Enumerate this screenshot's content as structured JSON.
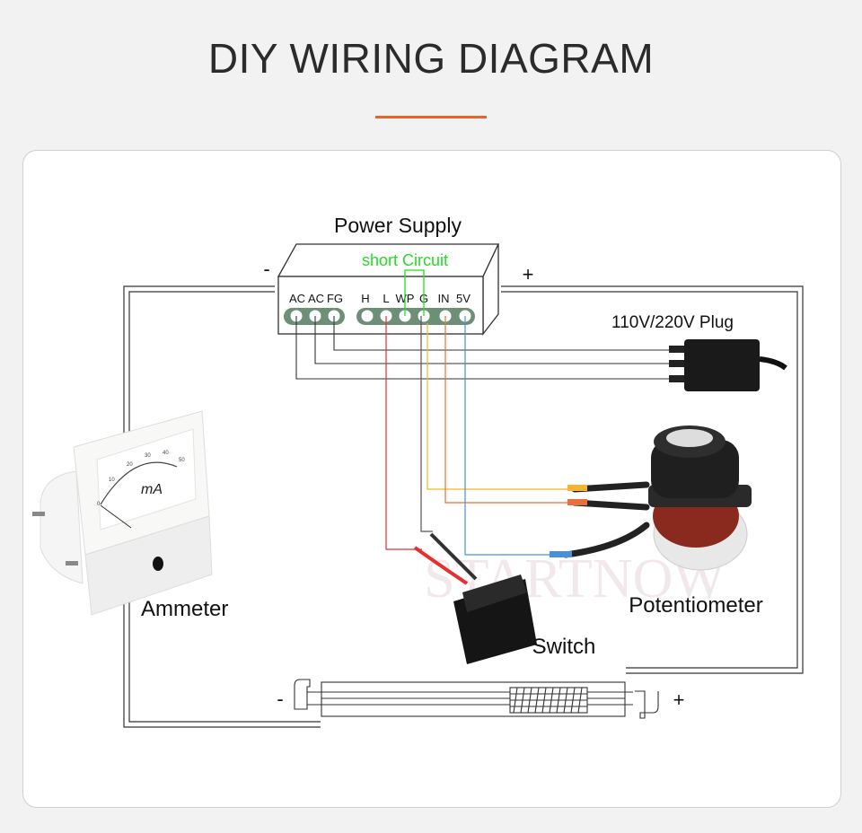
{
  "title": "DIY WIRING DIAGRAM",
  "colors": {
    "accent": "#e8632b",
    "short": "#22dd22",
    "red": "#e53030",
    "yellow": "#f2b630",
    "orange": "#e8703a",
    "blue": "#4a90d8",
    "gray": "#555555"
  },
  "power_supply": {
    "label": "Power Supply",
    "short_label": "short Circuit",
    "minus": "-",
    "plus": "+",
    "terminals": [
      "AC",
      "AC",
      "FG",
      "H",
      "L",
      "WP",
      "G",
      "IN",
      "5V"
    ]
  },
  "plug": {
    "label": "110V/220V Plug"
  },
  "ammeter": {
    "label": "Ammeter",
    "unit": "mA",
    "scale": [
      "0",
      "10",
      "20",
      "30",
      "40",
      "50"
    ]
  },
  "potentiometer": {
    "label": "Potentiometer"
  },
  "switch": {
    "label": "Switch"
  },
  "tube": {
    "minus": "-",
    "plus": "+"
  },
  "watermark": "STARTNOW"
}
